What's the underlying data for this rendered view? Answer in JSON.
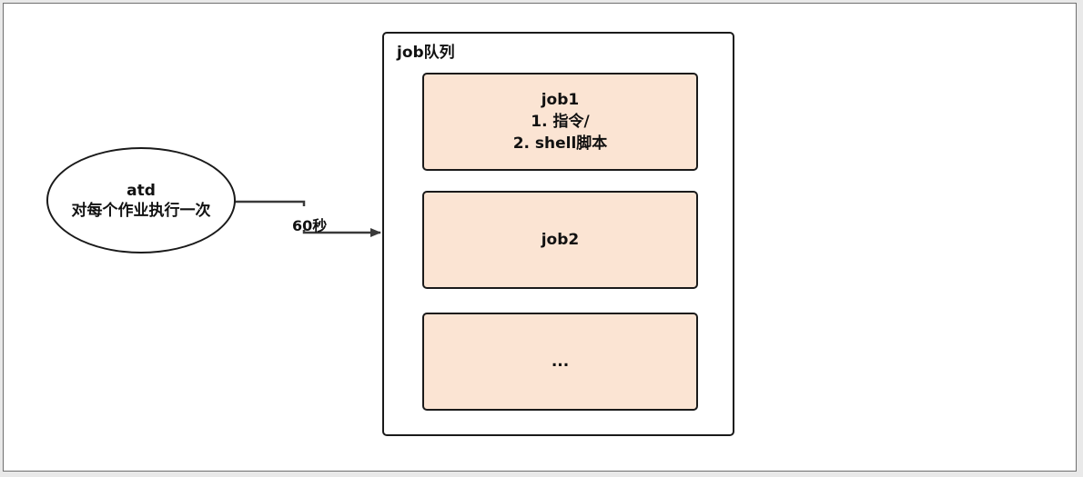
{
  "queue": {
    "title": "job队列",
    "jobs": [
      {
        "lines": [
          "job1",
          "1. 指令/",
          "2. shell脚本"
        ]
      },
      {
        "lines": [
          "job2"
        ]
      },
      {
        "lines": [
          "..."
        ]
      }
    ]
  },
  "atd": {
    "name": "atd",
    "description": "对每个作业执行一次"
  },
  "edge": {
    "label": "60秒"
  },
  "colors": {
    "job_fill": "#fbe4d3",
    "stroke": "#1a1a1a",
    "background": "#ffffff"
  }
}
